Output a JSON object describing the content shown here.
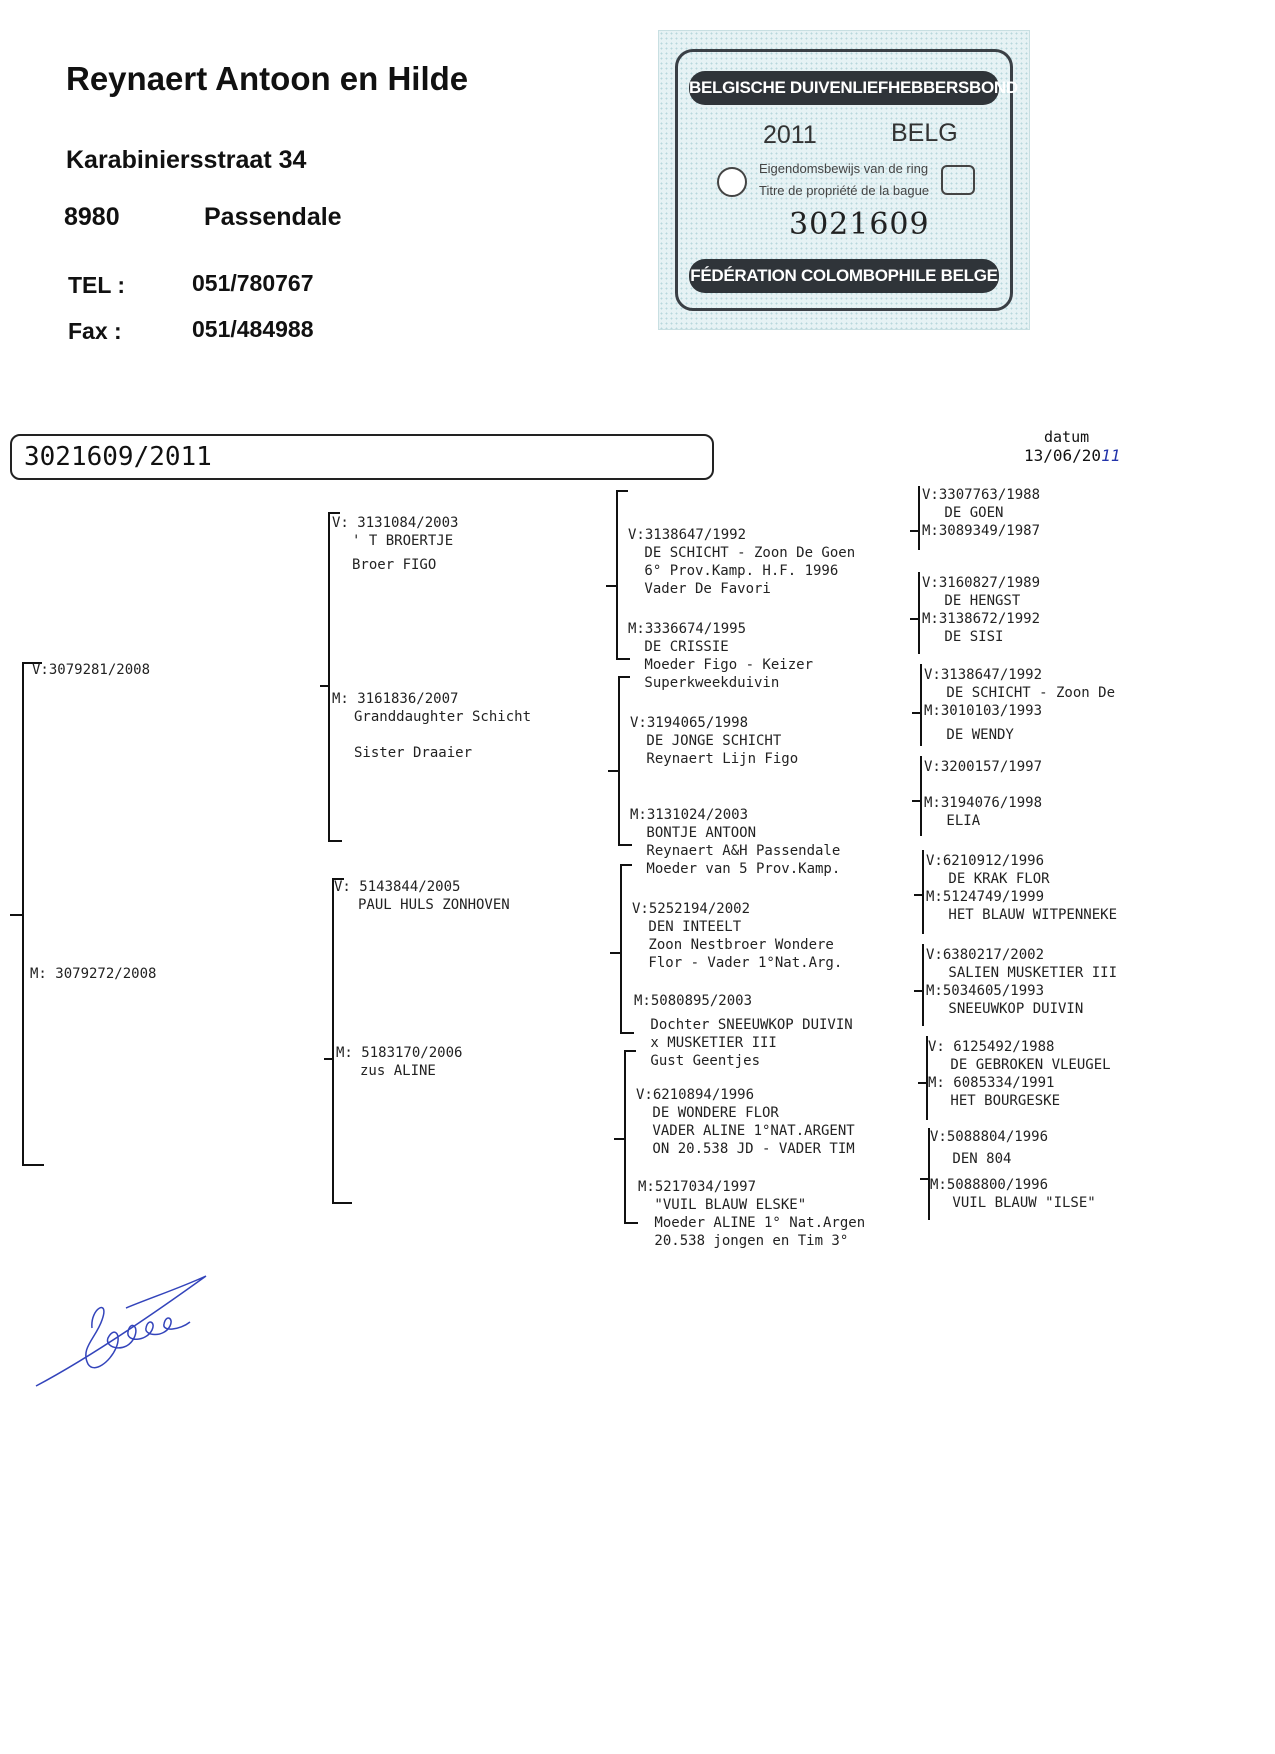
{
  "owner": {
    "name": "Reynaert Antoon en Hilde",
    "street": "Karabiniersstraat 34",
    "zip": "8980",
    "city": "Passendale",
    "tel_label": "TEL :",
    "tel": "051/780767",
    "fax_label": "Fax :",
    "fax": "051/484988"
  },
  "ring_card": {
    "top_banner": "BELGISCHE DUIVENLIEFHEBBERSBOND",
    "year": "2011",
    "country": "BELG",
    "text_nl": "Eigendomsbewijs van de ring",
    "text_fr": "Titre de propriété de la bague",
    "ring_number": "3021609",
    "bottom_banner": "FÉDÉRATION COLOMBOPHILE BELGE"
  },
  "pedigree": {
    "ring": "3021609/2011",
    "datum_label": "datum",
    "datum": "13/06/20",
    "datum_hand": "11",
    "gen1": {
      "v": "V:3079281/2008",
      "m": "M: 3079272/2008"
    },
    "gen2": [
      {
        "l1": "V: 3131084/2003",
        "l2": "' T BROERTJE",
        "l3": "Broer FIGO"
      },
      {
        "l1": "M: 3161836/2007",
        "l2": "Granddaughter Schicht",
        "l3": "Sister Draaier"
      },
      {
        "l1": "V: 5143844/2005",
        "l2": "PAUL HULS ZONHOVEN"
      },
      {
        "l1": "M: 5183170/2006",
        "l2": "zus ALINE"
      }
    ],
    "gen3": [
      {
        "lines": [
          "V:3138647/1992",
          " DE SCHICHT - Zoon De Goen",
          " 6° Prov.Kamp. H.F. 1996",
          " Vader De Favori"
        ]
      },
      {
        "lines": [
          "M:3336674/1995",
          " DE CRISSIE",
          " Moeder Figo - Keizer",
          " Superkweekduivin"
        ]
      },
      {
        "lines": [
          "V:3194065/1998",
          " DE JONGE SCHICHT",
          " Reynaert Lijn Figo"
        ]
      },
      {
        "lines": [
          "M:3131024/2003",
          " BONTJE ANTOON",
          " Reynaert A&H Passendale",
          " Moeder van 5 Prov.Kamp."
        ]
      },
      {
        "lines": [
          "V:5252194/2002",
          " DEN INTEELT",
          " Zoon Nestbroer Wondere",
          " Flor - Vader 1°Nat.Arg."
        ]
      },
      {
        "lines": [
          "M:5080895/2003",
          "",
          " Dochter SNEEUWKOP DUIVIN",
          " x MUSKETIER III",
          " Gust Geentjes"
        ]
      },
      {
        "lines": [
          "V:6210894/1996",
          " DE WONDERE FLOR",
          " VADER ALINE 1°NAT.ARGENT",
          " ON 20.538 JD - VADER TIM"
        ]
      },
      {
        "lines": [
          "M:5217034/1997",
          " \"VUIL BLAUW ELSKE\"",
          " Moeder ALINE 1° Nat.Argen",
          " 20.538 jongen en Tim 3°"
        ]
      }
    ],
    "gen4": [
      {
        "v": "V:3307763/1988",
        "vn": " DE GOEN",
        "m": "M:3089349/1987",
        "mn": ""
      },
      {
        "v": "V:3160827/1989",
        "vn": " DE HENGST",
        "m": "M:3138672/1992",
        "mn": " DE SISI"
      },
      {
        "v": "V:3138647/1992",
        "vn": " DE SCHICHT - Zoon De",
        "m": "M:3010103/1993",
        "mn": " DE WENDY"
      },
      {
        "v": "V:3200157/1997",
        "vn": "",
        "m": "M:3194076/1998",
        "mn": " ELIA"
      },
      {
        "v": "V:6210912/1996",
        "vn": " DE KRAK FLOR",
        "m": "M:5124749/1999",
        "mn": " HET BLAUW WITPENNEKE"
      },
      {
        "v": "V:6380217/2002",
        "vn": " SALIEN MUSKETIER III",
        "m": "M:5034605/1993",
        "mn": " SNEEUWKOP DUIVIN"
      },
      {
        "v": "V: 6125492/1988",
        "vn": " DE GEBROKEN VLEUGEL",
        "m": "M: 6085334/1991",
        "mn": " HET BOURGESKE"
      },
      {
        "v": "V:5088804/1996",
        "vn": " DEN 804",
        "m": "M:5088800/1996",
        "mn": " VUIL BLAUW \"ILSE\""
      }
    ]
  }
}
